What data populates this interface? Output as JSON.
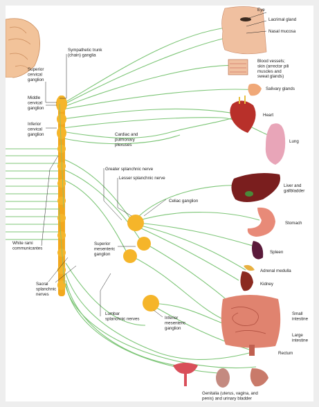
{
  "labels": {
    "sympathetic_trunk": [
      "Sympathetic trunk",
      "(chain) ganglia"
    ],
    "superior_cervical": [
      "Superior",
      "cervical",
      "ganglion"
    ],
    "middle_cervical": [
      "Middle",
      "cervical",
      "ganglion"
    ],
    "inferior_cervical": [
      "Inferior",
      "cervical",
      "ganglion"
    ],
    "cardiac_pulmonary": [
      "Cardiac and",
      "pulmonary",
      "plexuses"
    ],
    "greater_splanchnic": [
      "Greater splanchnic nerve"
    ],
    "lesser_splanchnic": [
      "Lesser splanchnic nerve"
    ],
    "celiac": [
      "Celiac ganglion"
    ],
    "superior_mesenteric": [
      "Superior",
      "mesenteric",
      "ganglion"
    ],
    "white_rami": [
      "White rami",
      "communicantes"
    ],
    "sacral": [
      "Sacral",
      "splanchnic",
      "nerves"
    ],
    "lumbar": [
      "Lumbar",
      "splanchnic nerves"
    ],
    "inferior_mesenteric": [
      "Inferior",
      "mesenteric",
      "ganglion"
    ],
    "eye": [
      "Eye"
    ],
    "lacrimal": [
      "Lacrimal gland"
    ],
    "nasal": [
      "Nasal mucosa"
    ],
    "blood_vessels": [
      "Blood vessels;",
      "skin (arrector pili",
      "muscles and",
      "sweat glands)"
    ],
    "salivary": [
      "Salivary glands"
    ],
    "heart": [
      "Heart"
    ],
    "lung": [
      "Lung"
    ],
    "liver": [
      "Liver and",
      "gallbladder"
    ],
    "stomach": [
      "Stomach"
    ],
    "spleen": [
      "Spleen"
    ],
    "adrenal": [
      "Adrenal medulla"
    ],
    "kidney": [
      "Kidney"
    ],
    "small_intestine": [
      "Small",
      "intestine"
    ],
    "large_intestine": [
      "Large",
      "intestine"
    ],
    "rectum": [
      "Rectum"
    ],
    "genitalia": [
      "Genitalia (uterus, vagina, and",
      "penis) and urinary bladder"
    ]
  },
  "colors": {
    "nerve": "#7cc576",
    "ganglion": "#f5b52a",
    "trunk": "#f2a81d",
    "brain": "#f2c39a",
    "skin": "#f0c0a0",
    "liver": "#7a1e1e",
    "stomach": "#e88a78",
    "lung": "#e8a5b8",
    "heart": "#b8302a",
    "spleen": "#5a1a3a",
    "kidney": "#8b2a20",
    "intestine": "#e0836f",
    "uterus": "#d94f5a",
    "bladder": "#c97a6a"
  }
}
